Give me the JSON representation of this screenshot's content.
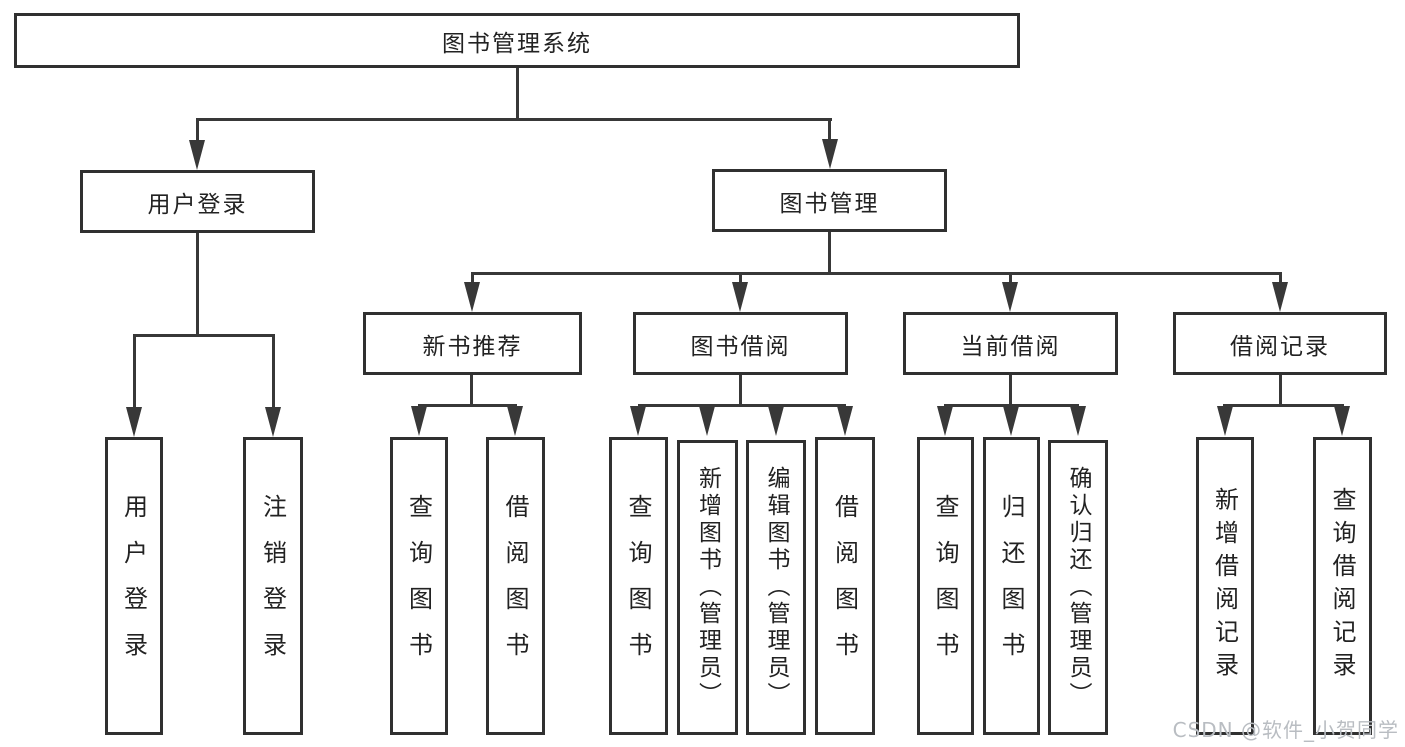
{
  "diagram_title": "图书管理系统",
  "tree": {
    "label": "图书管理系统",
    "children": [
      {
        "label": "用户登录",
        "children": [
          {
            "label": "用户登录"
          },
          {
            "label": "注销登录"
          }
        ]
      },
      {
        "label": "图书管理",
        "children": [
          {
            "label": "新书推荐",
            "children": [
              {
                "label": "查询图书"
              },
              {
                "label": "借阅图书"
              }
            ]
          },
          {
            "label": "图书借阅",
            "children": [
              {
                "label": "查询图书"
              },
              {
                "label": "新增图书（管理员）"
              },
              {
                "label": "编辑图书（管理员）"
              },
              {
                "label": "借阅图书"
              }
            ]
          },
          {
            "label": "当前借阅",
            "children": [
              {
                "label": "查询图书"
              },
              {
                "label": "归还图书"
              },
              {
                "label": "确认归还（管理员）"
              }
            ]
          },
          {
            "label": "借阅记录",
            "children": [
              {
                "label": "新增借阅记录"
              },
              {
                "label": "查询借阅记录"
              }
            ]
          }
        ]
      }
    ]
  },
  "watermark": {
    "text": "CSDN @软件_小贺同学"
  },
  "colors": {
    "line": "#383838",
    "box_border": "#303030",
    "text": "#222222",
    "background": "#ffffff",
    "watermark": "#b9bdc2"
  }
}
